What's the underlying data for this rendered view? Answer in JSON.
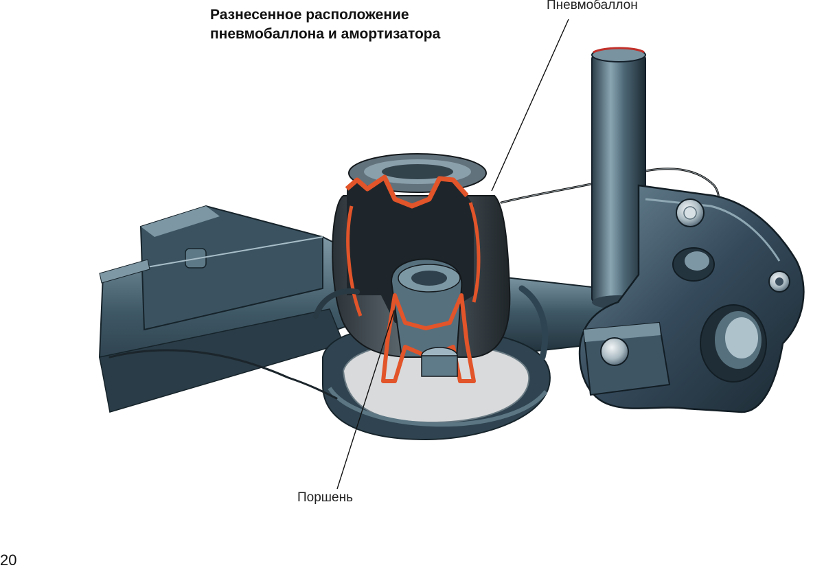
{
  "title": {
    "line1": "Разнесенное расположение",
    "line2": "пневмобаллона и амортизатора"
  },
  "callouts": {
    "air_spring": "Пневмобаллон",
    "piston": "Поршень"
  },
  "page_number": "20",
  "colors": {
    "metal_dark": "#2c3f4a",
    "metal_mid": "#4f6b7a",
    "metal_light": "#9fb6c2",
    "rubber": "#3a4248",
    "section_cut": "#e2542a",
    "mount_plate": "#d8dadb"
  }
}
